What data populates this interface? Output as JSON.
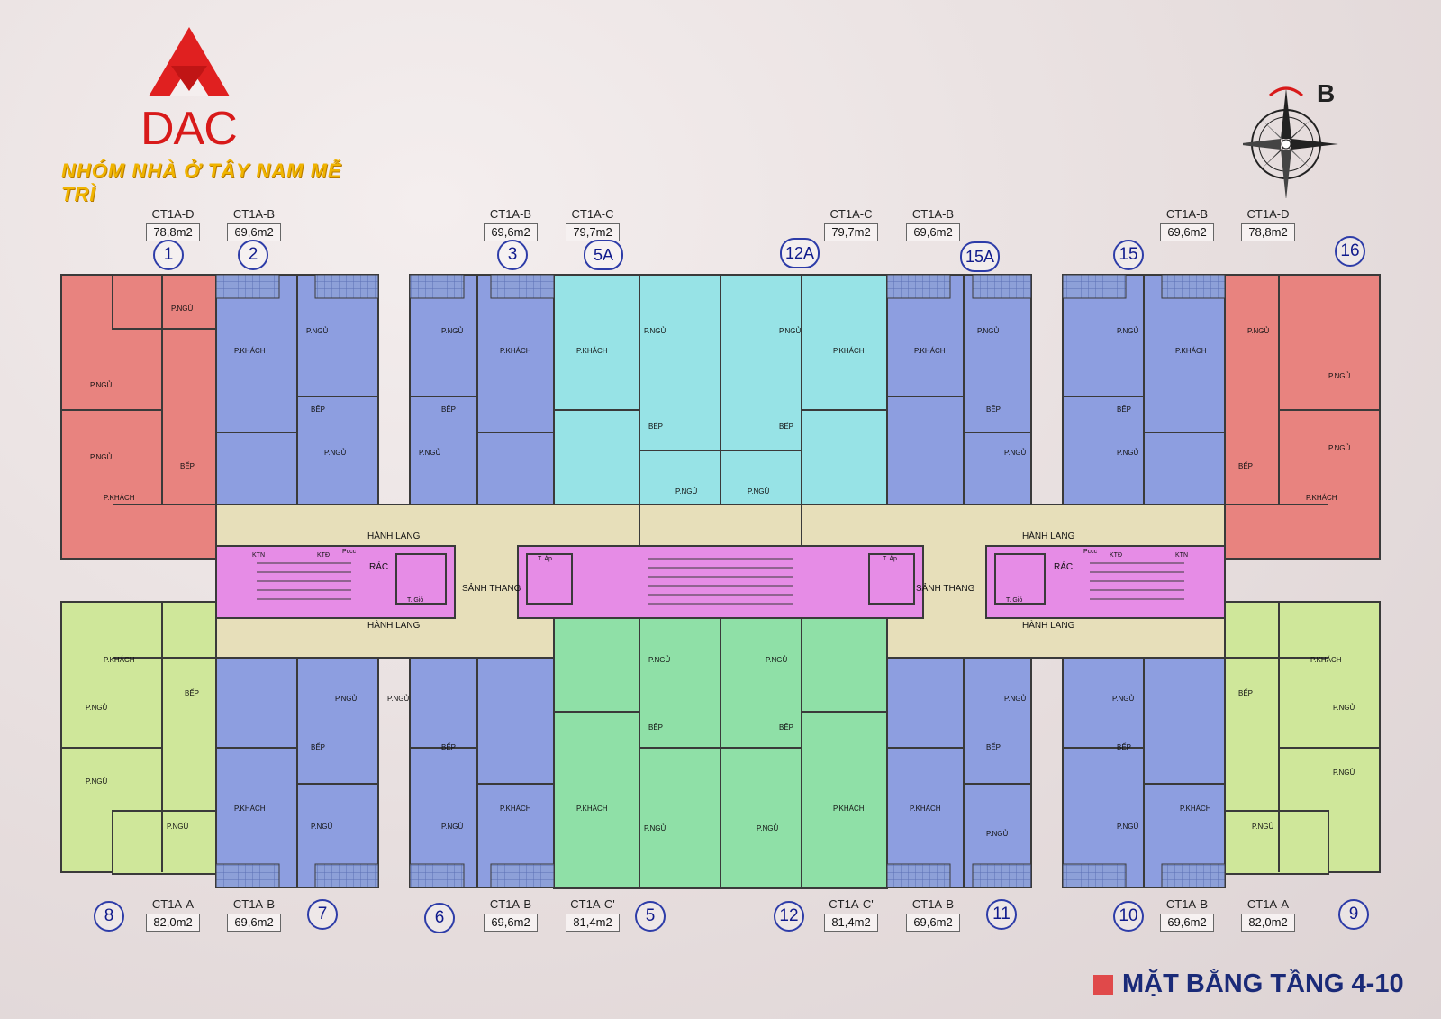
{
  "brand": {
    "name": "DAC",
    "slogan": "NHÓM NHÀ Ở TÂY NAM MỄ TRÌ"
  },
  "compass": {
    "label": "B"
  },
  "legend": {
    "color": "#e0494a",
    "label": "MẶT BẰNG TẦNG 4-10"
  },
  "colors": {
    "unit_d": "#e8837f",
    "unit_b": "#8d9ee0",
    "unit_c": "#97e3e6",
    "unit_a": "#cfe79a",
    "unit_c_prime": "#8fe0a7",
    "corridor": "#e7dfba",
    "core": "#e68ce6"
  },
  "units_top": [
    {
      "num": "1",
      "type": "CT1A-D",
      "area": "78,8m2"
    },
    {
      "num": "2",
      "type": "CT1A-B",
      "area": "69,6m2"
    },
    {
      "num": "3",
      "type": "CT1A-B",
      "area": "69,6m2"
    },
    {
      "num": "5A",
      "type": "CT1A-C",
      "area": "79,7m2"
    },
    {
      "num": "12A",
      "type": "CT1A-C",
      "area": "79,7m2"
    },
    {
      "num": "15A",
      "type": "CT1A-B",
      "area": "69,6m2"
    },
    {
      "num": "15",
      "type": "CT1A-B",
      "area": "69,6m2"
    },
    {
      "num": "16",
      "type": "CT1A-D",
      "area": "78,8m2"
    }
  ],
  "units_bottom": [
    {
      "num": "8",
      "type": "CT1A-A",
      "area": "82,0m2"
    },
    {
      "num": "7",
      "type": "CT1A-B",
      "area": "69,6m2"
    },
    {
      "num": "6",
      "type": "CT1A-B",
      "area": "69,6m2"
    },
    {
      "num": "5",
      "type": "CT1A-C'",
      "area": "81,4m2"
    },
    {
      "num": "12",
      "type": "CT1A-C'",
      "area": "81,4m2"
    },
    {
      "num": "11",
      "type": "CT1A-B",
      "area": "69,6m2"
    },
    {
      "num": "10",
      "type": "CT1A-B",
      "area": "69,6m2"
    },
    {
      "num": "9",
      "type": "CT1A-A",
      "area": "82,0m2"
    }
  ],
  "room_labels": {
    "bedroom": "P.NGỦ",
    "living": "P.KHÁCH",
    "kitchen": "BẾP",
    "corridor": "HÀNH LANG",
    "lobby": "SẢNH THANG",
    "trash": "RÁC",
    "ktn": "KTN",
    "ktd": "KTĐ",
    "pccc": "Pccc",
    "pressure": "T. Áp",
    "wind": "T. Gió"
  }
}
